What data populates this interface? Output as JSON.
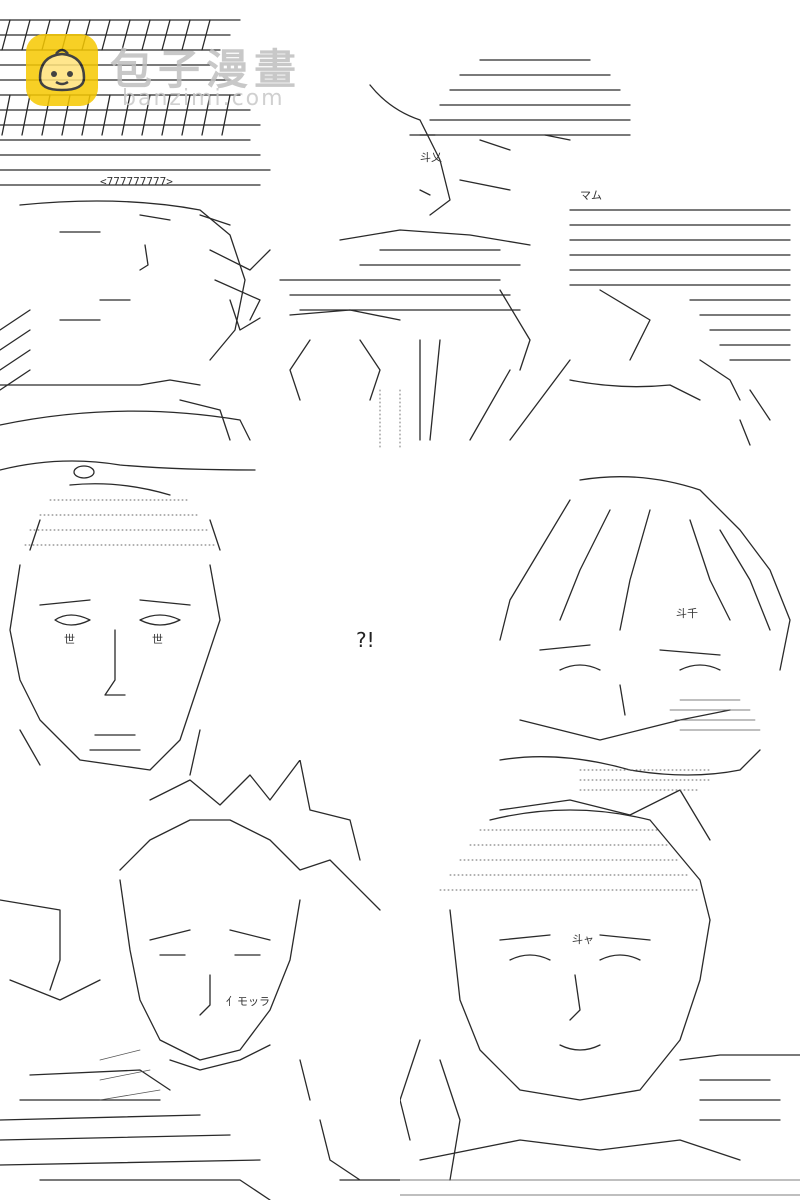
{
  "watermark": {
    "brand_text": "包子漫畫",
    "url_text": "banzimi.com"
  },
  "caption": {
    "exclaim": "?!"
  },
  "labels": {
    "p1_line": "<777777777>",
    "p2_line_a": "斗乂",
    "p2_line_b": "マム",
    "p3_line_a": "世",
    "p3_line_b": "世",
    "p4_line_a": "斗千",
    "p5_line_a": "亻モッラ",
    "p6_line_a": "斗ャ"
  },
  "colors": {
    "ink": "#2a2a2a",
    "badge": "#f6c800",
    "watermark_text": "#bfbfbf"
  }
}
